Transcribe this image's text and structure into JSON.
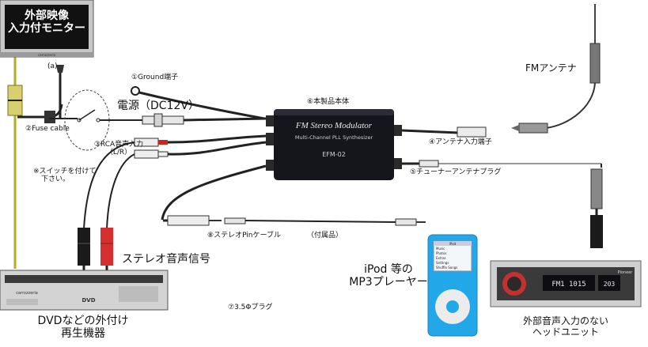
{
  "colors": {
    "cable": "#222222",
    "olive_wire": "#b5ad1f",
    "red_plug": "#d62f2f",
    "ipod_blue": "#22a8e8",
    "module_body": "#15151c",
    "module_text": "#e8e8e8"
  },
  "monitor": {
    "label_line1": "外部映像",
    "label_line2": "入力付モニター"
  },
  "module": {
    "title": "FM Stereo Modulator",
    "subtitle": "Multi-Channel PLL Synthesizer",
    "model": "EFM-02"
  },
  "labels": {
    "a": "(a)",
    "ground": "①Ground端子",
    "fuse": "②Fuse cable",
    "rca_line1": "③RCA音声入力",
    "rca_line2": "（L/R）",
    "antenna_in": "④アンテナ入力端子",
    "tuner_plug": "⑤チューナーアンテナプラグ",
    "main_unit": "⑥本製品本体",
    "plug35": "⑦3.5Φプラグ",
    "stereo_cable": "⑧ステレオPinケーブル",
    "accessory": "（付属品）",
    "power": "電源（DC12V）",
    "switch_line1": "※スイッチを付けて",
    "switch_line2": "下さい。",
    "stereo_signal": "ステレオ音声信号",
    "dvd_line1": "DVDなどの外付け",
    "dvd_line2": "再生機器",
    "ipod_line1": "iPod 等の",
    "ipod_line2": "MP3プレーヤー",
    "fm_antenna": "FMアンテナ",
    "head_line1": "外部音声入力のない",
    "head_line2": "ヘッドユニット"
  },
  "device_text": {
    "carrozzeria_monitor": "carrozzeria",
    "carrozzeria_dvd": "carrozzeria",
    "dvd_logo": "DVD",
    "ipod_menu_title": "iPod",
    "ipod_menu": [
      "Music",
      "Photos",
      "Extras",
      "Settings",
      "Shuffle Songs"
    ],
    "head_display": "FM1 1015",
    "head_digits": "203",
    "head_brand": "Pioneer"
  }
}
